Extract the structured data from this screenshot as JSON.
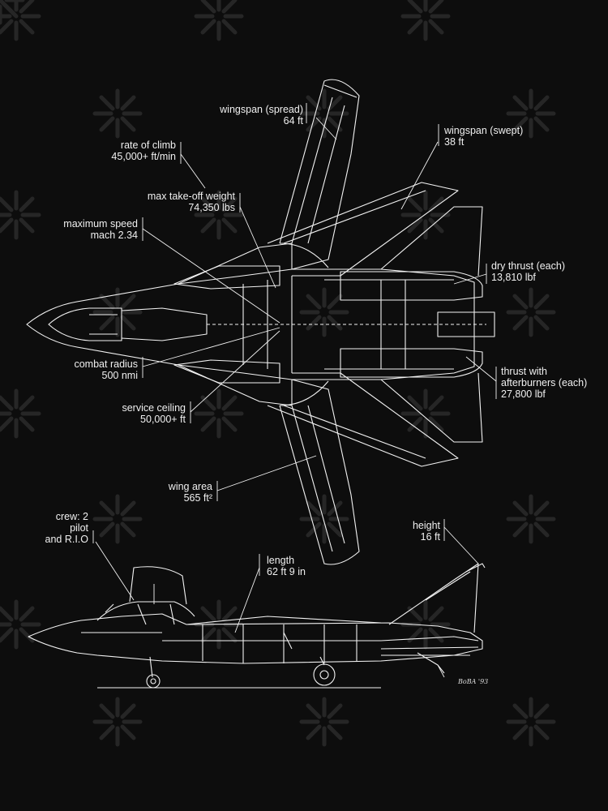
{
  "colors": {
    "background": "#0d0d0d",
    "linework": "#f2f2f2",
    "watermark": "#2a2a2a"
  },
  "specs": {
    "wingspan_spread": {
      "label": "wingspan (spread)",
      "value": "64 ft"
    },
    "wingspan_swept": {
      "label": "wingspan (swept)",
      "value": "38 ft"
    },
    "rate_of_climb": {
      "label": "rate of climb",
      "value": "45,000+ ft/min"
    },
    "max_takeoff_weight": {
      "label": "max take-off weight",
      "value": "74,350 lbs"
    },
    "maximum_speed": {
      "label": "maximum speed",
      "value": "mach 2.34"
    },
    "dry_thrust": {
      "label": "dry thrust (each)",
      "value": "13,810 lbf"
    },
    "combat_radius": {
      "label": "combat radius",
      "value": "500 nmi"
    },
    "thrust_afterburners": {
      "label_line1": "thrust with",
      "label_line2": "afterburners (each)",
      "value": "27,800 lbf"
    },
    "service_ceiling": {
      "label": "service ceiling",
      "value": "50,000+ ft"
    },
    "wing_area": {
      "label": "wing area",
      "value": "565 ft²"
    },
    "crew": {
      "line1": "crew: 2",
      "line2": "pilot",
      "line3": "and R.I.O"
    },
    "height": {
      "label": "height",
      "value": "16 ft"
    },
    "length": {
      "label": "length",
      "value": "62 ft 9 in"
    }
  },
  "signature": "BoBA '93"
}
